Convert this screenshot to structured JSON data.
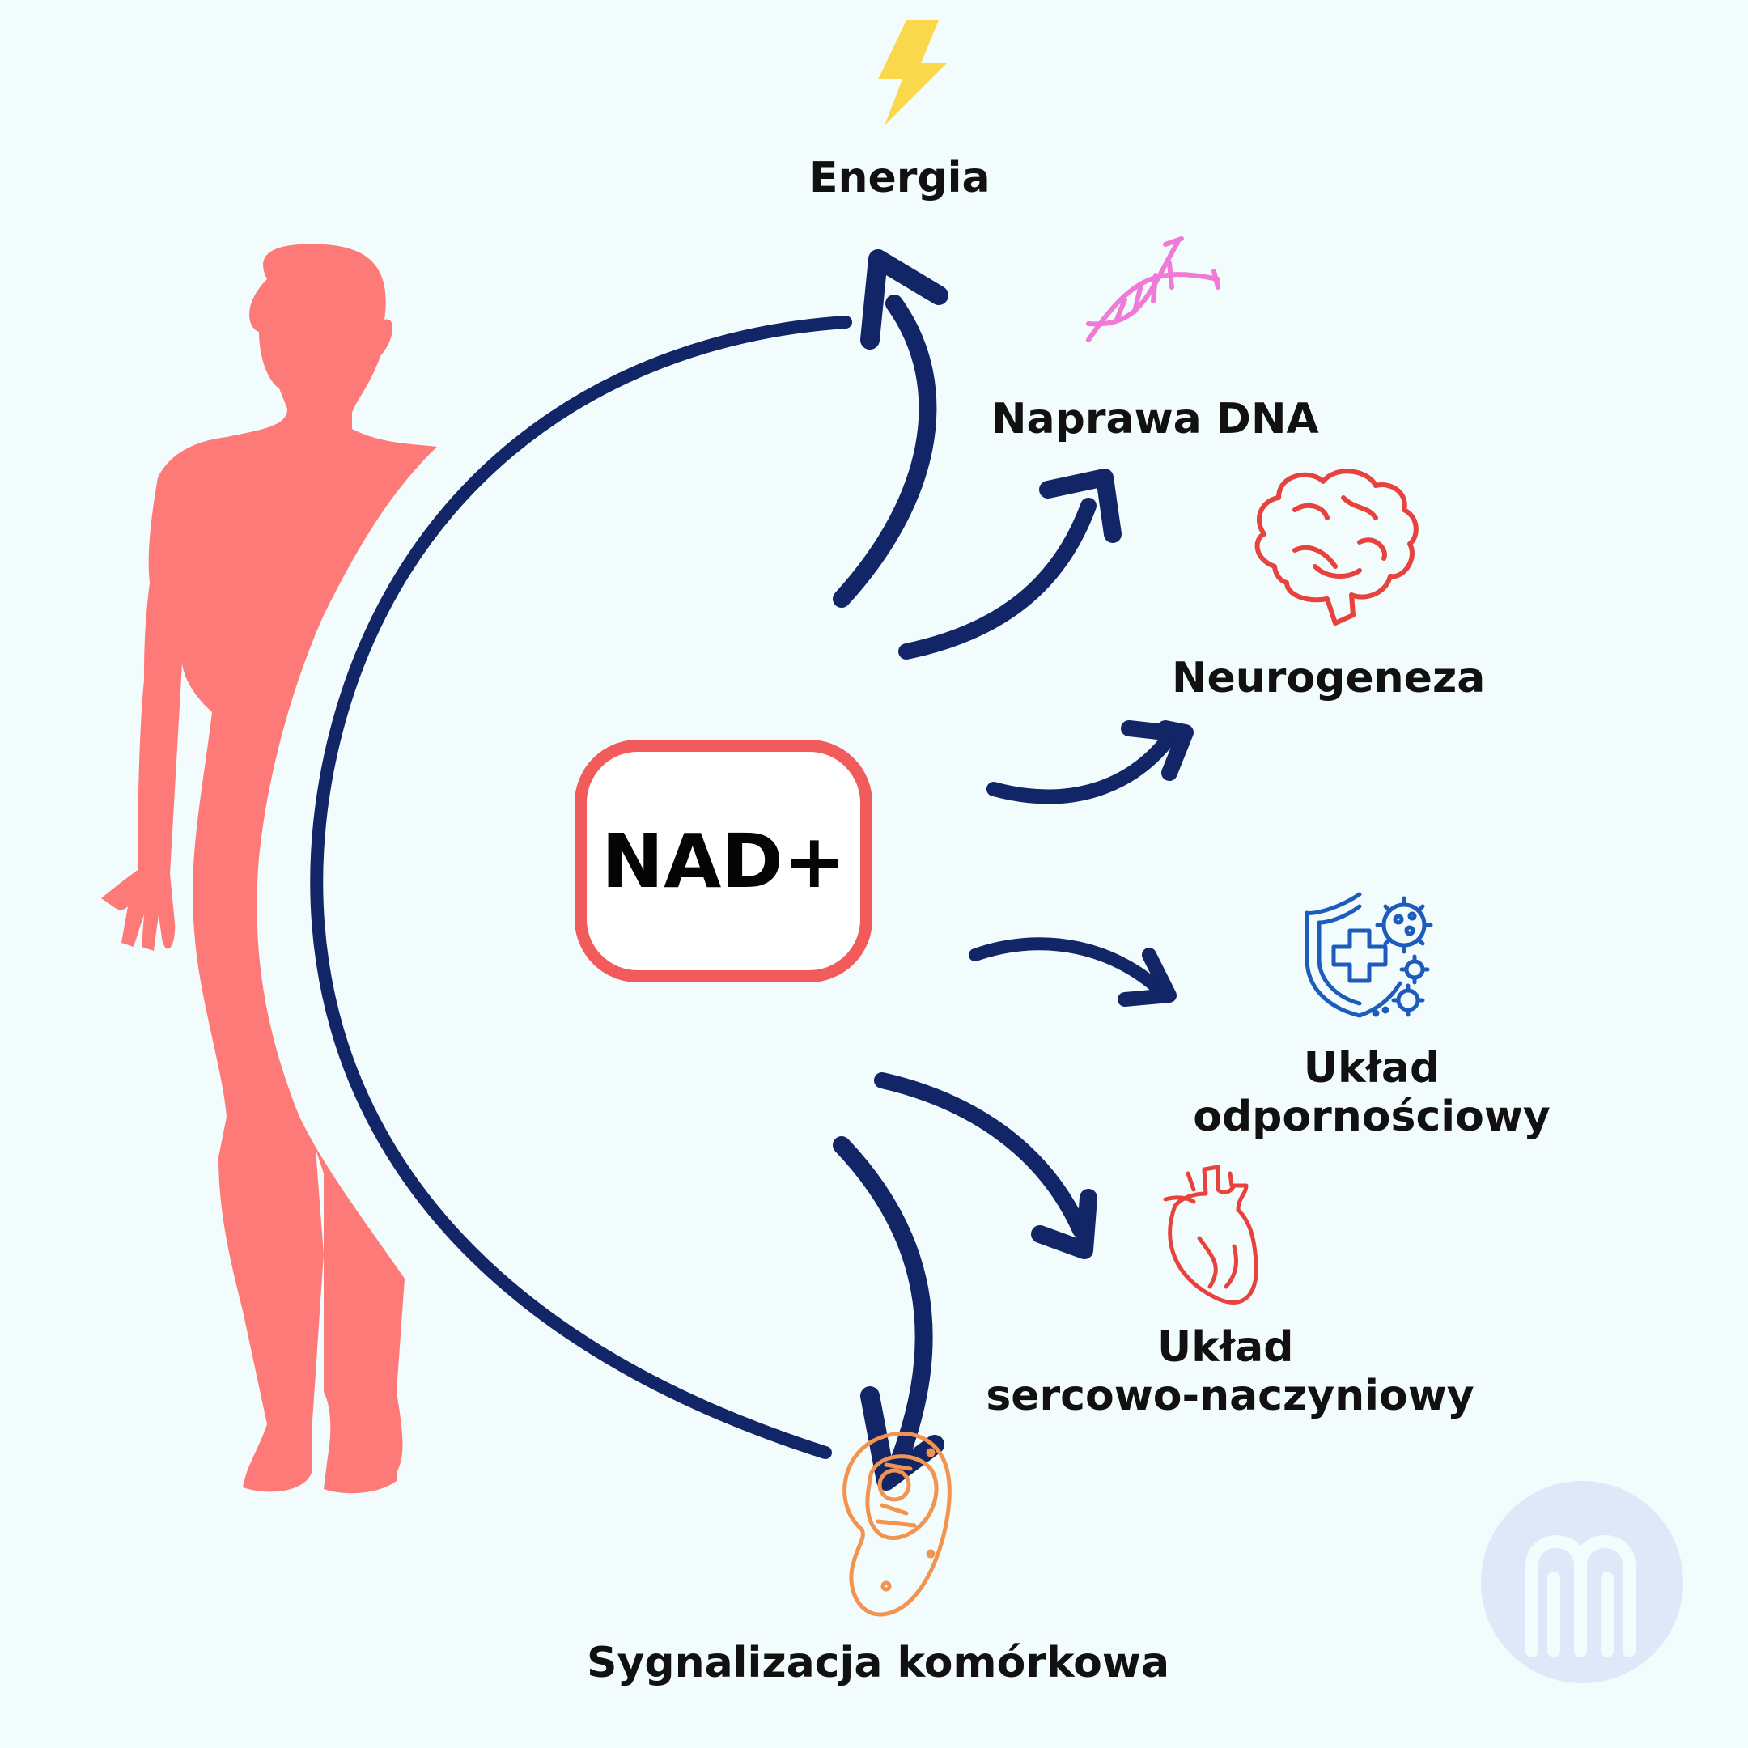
{
  "center": {
    "label": "NAD+"
  },
  "outcomes": {
    "energy": "Energia",
    "dna": "Naprawa DNA",
    "neuro": "Neurogeneza",
    "immune_1": "Układ",
    "immune_2": "odpornościowy",
    "cardio_1": "Układ",
    "cardio_2": "sercowo-naczyniowy",
    "cell": "Sygnalizacja komórkowa"
  },
  "icons": {
    "energy": "lightning-icon",
    "dna": "dna-helix-icon",
    "neuro": "brain-icon",
    "immune": "shield-virus-icon",
    "cardio": "heart-icon",
    "cell": "cell-icon",
    "figure": "human-silhouette",
    "logo": "brand-logo"
  },
  "colors": {
    "background": "#f3fcfc",
    "arrow": "#112567",
    "figure": "#fe7a78",
    "box_border": "#f25b5b",
    "lightning": "#fad84b",
    "dna": "#ef7ad8",
    "brain": "#e8423e",
    "shield": "#1d5cbc",
    "heart": "#e8423e",
    "cell": "#f29350",
    "logo": "#dfe8f8"
  }
}
